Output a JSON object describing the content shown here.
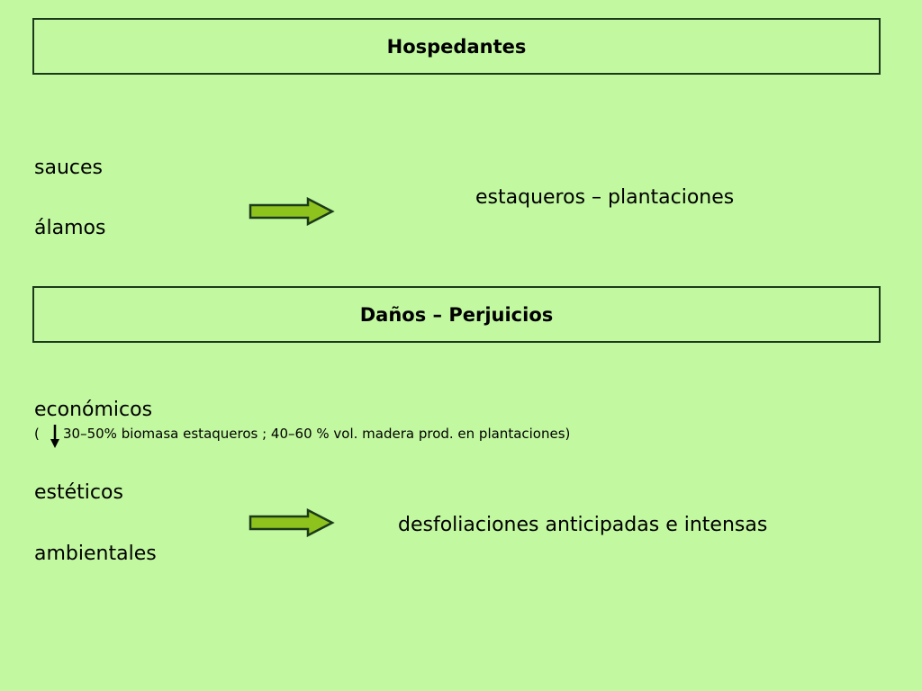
{
  "section_hospedantes": {
    "title": "Hospedantes",
    "left_items": [
      "sauces",
      "álamos"
    ],
    "result": "estaqueros –  plantaciones"
  },
  "section_danos": {
    "title": "Daños – Perjuicios",
    "item_economicos": "económicos",
    "detail_open": "(",
    "detail_text": "30–50% biomasa estaqueros ; 40–60 % vol. madera prod. en plantaciones)",
    "item_esteticos": "estéticos",
    "item_ambientales": "ambientales",
    "result": "desfoliaciones anticipadas e intensas"
  },
  "colors": {
    "background": "#c2f8a0",
    "box_border": "#1b3a1b",
    "arrow_fill": "#8ec21c",
    "arrow_stroke": "#1b3a1b"
  },
  "icons": {
    "right_arrow": "right-arrow-icon",
    "down_arrow": "down-arrow-icon"
  }
}
